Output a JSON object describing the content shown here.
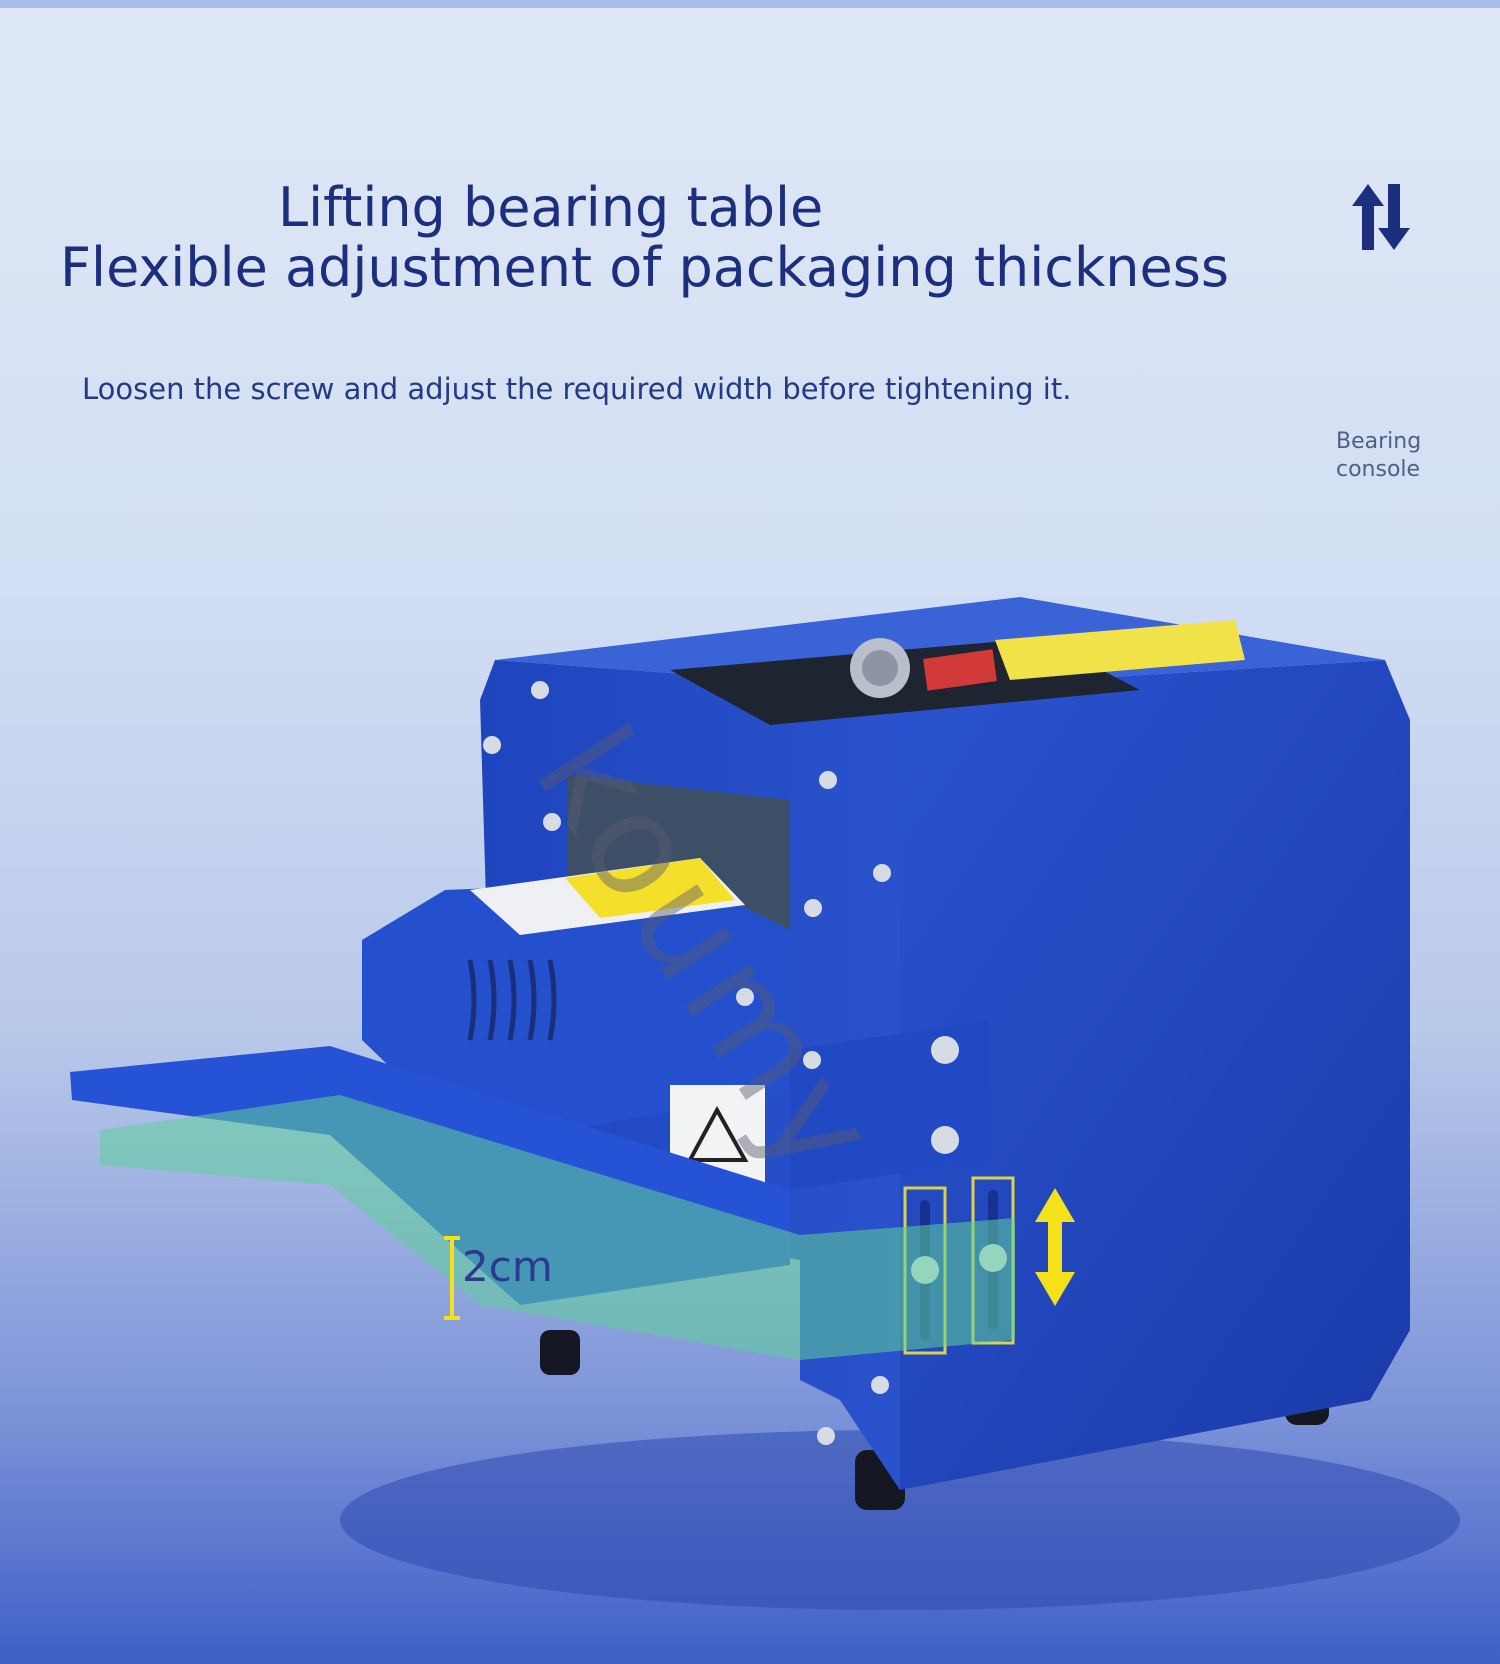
{
  "heading": {
    "line1": "Lifting bearing table",
    "line2": "Flexible adjustment of packaging thickness"
  },
  "subtitle": "Loosen the screw and adjust the required width before tightening it.",
  "label": {
    "line1": "Bearing",
    "line2": "console"
  },
  "measurement": "2cm",
  "watermark": "koumy",
  "icons": [
    "up-down-arrows-icon",
    "double-arrow-icon"
  ],
  "colors": {
    "title": "#1c2f7e",
    "machine_blue": "#1f48c4",
    "highlight_yellow": "#f5e11a",
    "table_green": "#5fcf9a"
  }
}
